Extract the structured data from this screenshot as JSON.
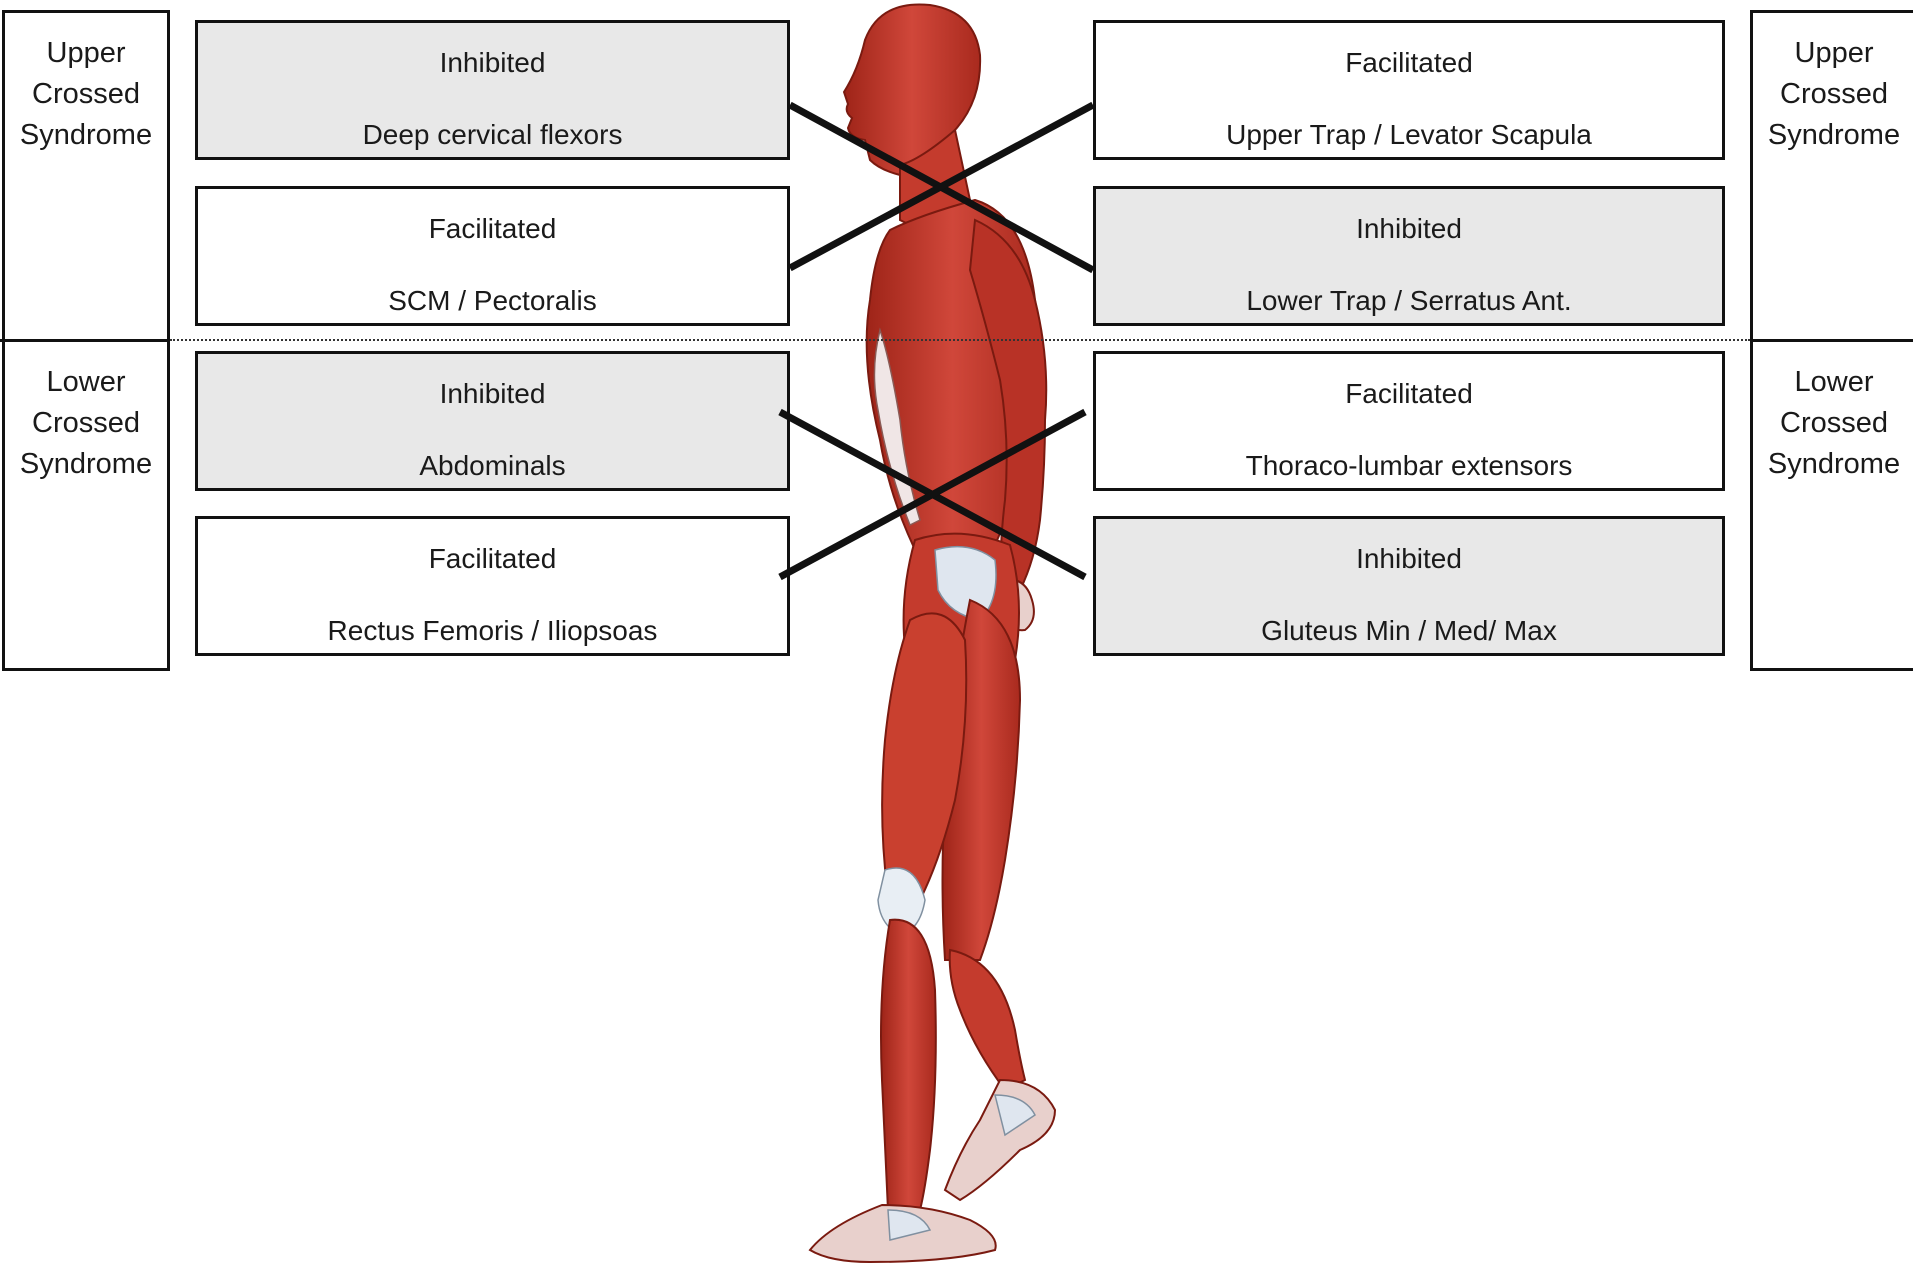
{
  "side_labels": {
    "left_upper": [
      "Upper",
      "Crossed",
      "Syndrome"
    ],
    "left_lower": [
      "Lower",
      "Crossed",
      "Syndrome"
    ],
    "right_upper": [
      "Upper",
      "Crossed",
      "Syndrome"
    ],
    "right_lower": [
      "Lower",
      "Crossed",
      "Syndrome"
    ]
  },
  "boxes": {
    "left_1": {
      "status": "Inhibited",
      "muscles": "Deep cervical flexors"
    },
    "left_2": {
      "status": "Facilitated",
      "muscles": "SCM /   Pectoralis"
    },
    "left_3": {
      "status": "Inhibited",
      "muscles": "Abdominals"
    },
    "left_4": {
      "status": "Facilitated",
      "muscles": "Rectus Femoris / Iliopsoas"
    },
    "right_1": {
      "status": "Facilitated",
      "muscles": "Upper Trap / Levator Scapula"
    },
    "right_2": {
      "status": "Inhibited",
      "muscles": "Lower Trap / Serratus Ant."
    },
    "right_3": {
      "status": "Facilitated",
      "muscles": "Thoraco-lumbar extensors"
    },
    "right_4": {
      "status": "Inhibited",
      "muscles": "Gluteus Min / Med/ Max"
    }
  },
  "colors": {
    "inhibited_fill": "#e8e8e8",
    "facilitated_fill": "#ffffff",
    "muscle": "#c8392b",
    "tendon": "#dfe6ef"
  },
  "figure_icon": "muscular-anatomy-figure-icon"
}
